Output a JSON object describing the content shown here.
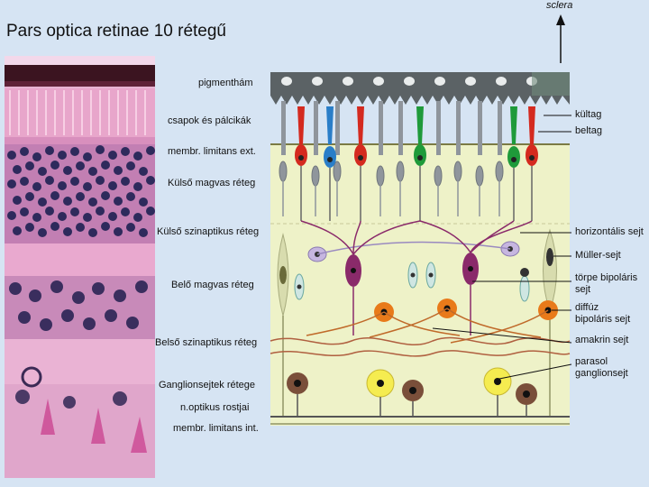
{
  "title": "Pars optica retinae 10 rétegű",
  "top_label": "sclera",
  "layer_labels": [
    "pigmenthám",
    "csapok és pálcikák",
    "membr. limitans ext.",
    "Külső magvas réteg",
    "Külső szinaptikus réteg",
    "Belő magvas réteg",
    "Belső szinaptikus réteg",
    "Ganglionsejtek rétege",
    "n.optikus rostjai",
    "membr. limitans int."
  ],
  "cell_labels": {
    "kultag": "kültag",
    "beltag": "beltag",
    "horizontal": "horizontális sejt",
    "muller": "Müller-sejt",
    "torpe": "törpe bipoláris sejt",
    "diffuz": "diffúz bipoláris sejt",
    "amakrin": "amakrin sejt",
    "parasol": "parasol ganglionsejt"
  },
  "colors": {
    "background": "#d6e4f3",
    "diagram_bg": "#eef2c8",
    "pigment": "#5b6265",
    "cone_red": "#d42a1f",
    "cone_green": "#1f9a3a",
    "cone_blue": "#2a7ec8",
    "rod": "#8f959c",
    "horizontal": "#c6b6e0",
    "bipolar_midget": "#8a2a6a",
    "bipolar_diffuse": "#e87a1a",
    "muller": "#d8dcae",
    "ganglion_brown": "#7a4f3a",
    "ganglion_parasol": "#f5ec50"
  }
}
